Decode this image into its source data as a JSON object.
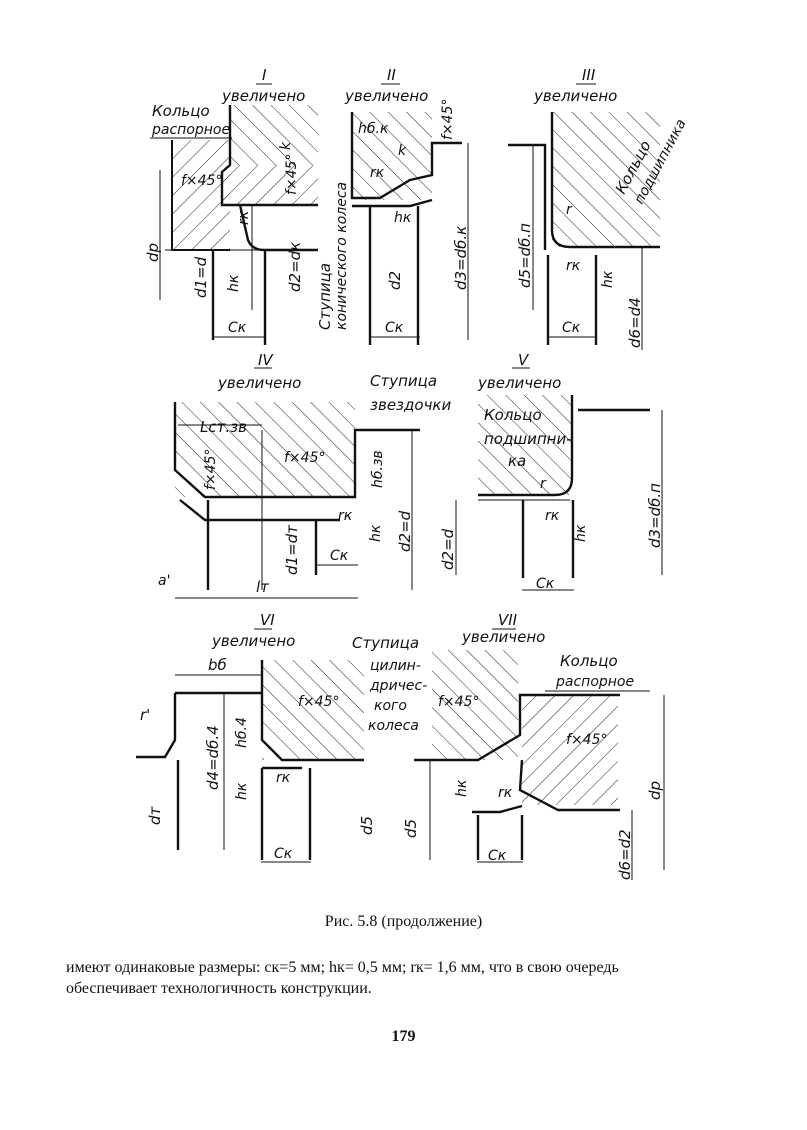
{
  "figure": {
    "views": [
      {
        "numeral": "I",
        "scale_label": "увеличено",
        "labels": {
          "ring_1": "Кольцо",
          "ring_2": "распорное",
          "chamfer": "f×45°",
          "chamfer_k": "f×45°",
          "k": "k",
          "rk": "rк",
          "hk": "hк",
          "dp": "dp",
          "d1": "d1=d",
          "d2": "d2=dк",
          "ck": "Cк"
        }
      },
      {
        "numeral": "II",
        "scale_label": "увеличено",
        "labels": {
          "chamfer": "f×45°",
          "hbk": "hб.к",
          "k": "k",
          "rk": "rк",
          "hk": "hк",
          "hub_1": "Ступица",
          "hub_2": "конического колеса",
          "d2": "d2",
          "d3": "d3=dб.к",
          "ck": "Cк"
        }
      },
      {
        "numeral": "III",
        "scale_label": "увеличено",
        "labels": {
          "ring_1": "Кольцо",
          "ring_2": "подшипника",
          "r": "r",
          "rk": "rк",
          "hk": "hк",
          "d5": "d5=dб.п",
          "d6": "d6=d4",
          "ck": "Cк"
        }
      },
      {
        "numeral": "IV",
        "scale_label": "увеличено",
        "labels": {
          "hub_1": "Ступица",
          "hub_2": "звездочки",
          "lst": "Lст.зв",
          "chamfer_1": "f×45°",
          "chamfer_2": "f×45°",
          "hbz": "hб.зв",
          "rk": "rк",
          "hk": "hк",
          "d1": "d1=dт",
          "d2": "d2=d",
          "ck": "Cк",
          "a": "a'",
          "lt": "lт"
        }
      },
      {
        "numeral": "V",
        "scale_label": "увеличено",
        "labels": {
          "ring_1": "Кольцо",
          "ring_2": "подшипни-",
          "ring_3": "ка",
          "r": "r",
          "rk": "rк",
          "hk": "hк",
          "d2": "d2=d",
          "d3": "d3=dб.п",
          "ck": "Cк"
        }
      },
      {
        "numeral": "VI",
        "scale_label": "увеличено",
        "labels": {
          "hub_1": "Ступица",
          "hub_2": "цилин-",
          "hub_3": "дричес-",
          "hub_4": "кого",
          "hub_5": "колеса",
          "bb": "bб",
          "r1": "r'",
          "chamfer": "f×45°",
          "hb4": "hб.4",
          "d4": "d4=dб.4",
          "hk": "hк",
          "rk": "rк",
          "dt": "dт",
          "d5": "d5",
          "ck": "Cк"
        }
      },
      {
        "numeral": "VII",
        "scale_label": "увеличено",
        "labels": {
          "ring_1": "Кольцо",
          "ring_2": "распорное",
          "chamfer_1": "f×45°",
          "chamfer_2": "f×45°",
          "hk": "hк",
          "rk": "rк",
          "dp": "dp",
          "d5": "d5",
          "d6": "d6=d2",
          "ck": "Cк"
        }
      }
    ]
  },
  "caption": "Рис. 5.8 (продолжение)",
  "paragraph": {
    "line1": "имеют одинаковые размеры: cк=5 мм; hк= 0,5 мм; rк= 1,6 мм, что в свою очередь",
    "line2": "обеспечивает технологичность конструкции."
  },
  "page_number": "179"
}
